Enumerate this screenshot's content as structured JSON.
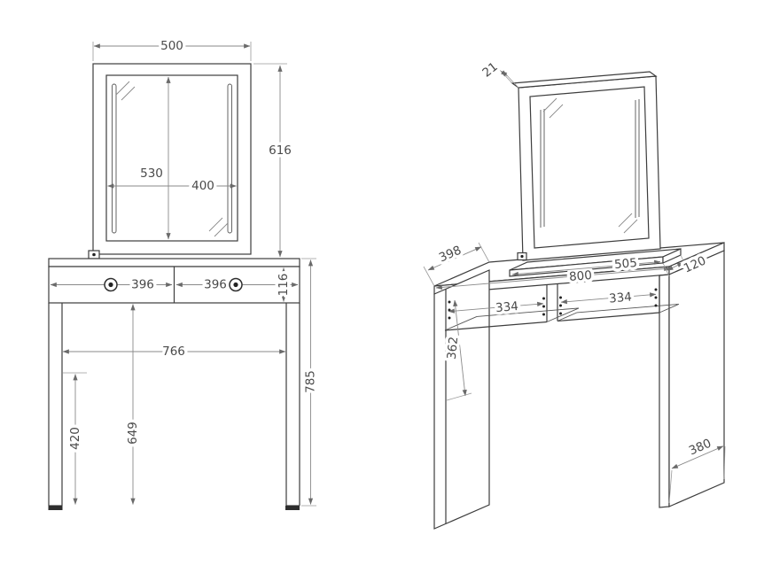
{
  "drawing": {
    "front_view": {
      "mirror_width": "500",
      "glass_height": "530",
      "glass_width": "400",
      "mirror_assembly_height": "616",
      "left_drawer_width": "396",
      "right_drawer_width": "396",
      "drawer_front_height": "116",
      "inner_clearance_width": "766",
      "table_height": "785",
      "leg_inner_height": "420",
      "under_drawer_height": "649"
    },
    "iso_view": {
      "mirror_frame_thickness": "21",
      "top_depth": "398",
      "mirror_base_width": "505",
      "mirror_base_depth": "120",
      "table_width": "800",
      "left_compartment_width": "334",
      "right_compartment_width": "334",
      "apron_height": "362",
      "side_panel_depth": "380"
    }
  }
}
